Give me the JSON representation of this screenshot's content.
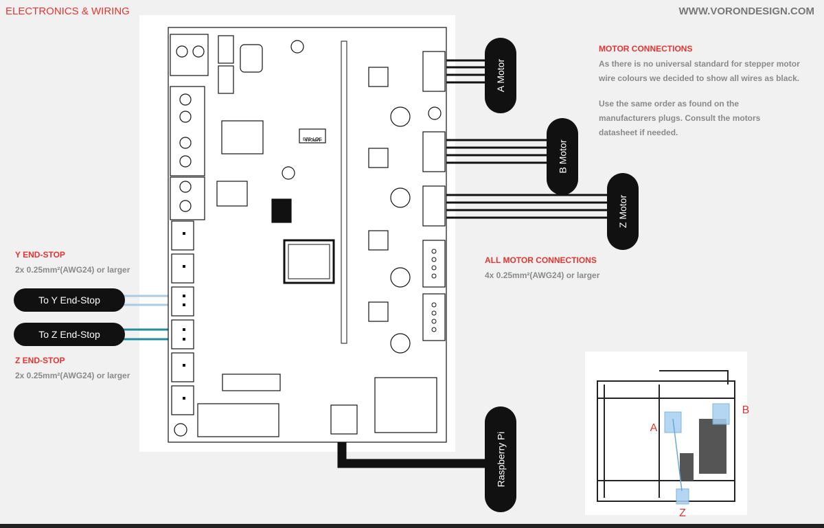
{
  "header": {
    "title": "ELECTRONICS & WIRING",
    "website": "WWW.VORONDESIGN.COM"
  },
  "board": {
    "labels": [
      "SOT-223",
      "MP04A"
    ]
  },
  "connectors": {
    "a_motor": "A Motor",
    "b_motor": "B Motor",
    "z_motor": "Z Motor",
    "raspberry_pi": "Raspberry Pi",
    "y_endstop": "To Y End-Stop",
    "z_endstop": "To Z End-Stop"
  },
  "info": {
    "motor_connections": {
      "title": "MOTOR CONNECTIONS",
      "paragraph1": "As there is no universal standard for stepper motor wire colours we decided to show all wires as black.",
      "paragraph2": "Use the same order as found on the manufacturers plugs. Consult the motors datasheet if needed."
    },
    "all_motor_connections": {
      "title": "ALL MOTOR CONNECTIONS",
      "spec": "4x 0.25mm²(AWG24) or larger"
    },
    "y_endstop": {
      "title": "Y END-STOP",
      "spec": "2x 0.25mm²(AWG24) or larger"
    },
    "z_endstop": {
      "title": "Z END-STOP",
      "spec": "2x 0.25mm²(AWG24) or larger"
    }
  },
  "printer": {
    "labels": {
      "a": "A",
      "b": "B",
      "z": "Z"
    }
  },
  "colors": {
    "accent_red": "#e8332f",
    "wire_black": "#111111",
    "wire_y": "#a9cbe6",
    "wire_z": "#1f8c9e",
    "highlight_blue": "#a8d0f0"
  }
}
